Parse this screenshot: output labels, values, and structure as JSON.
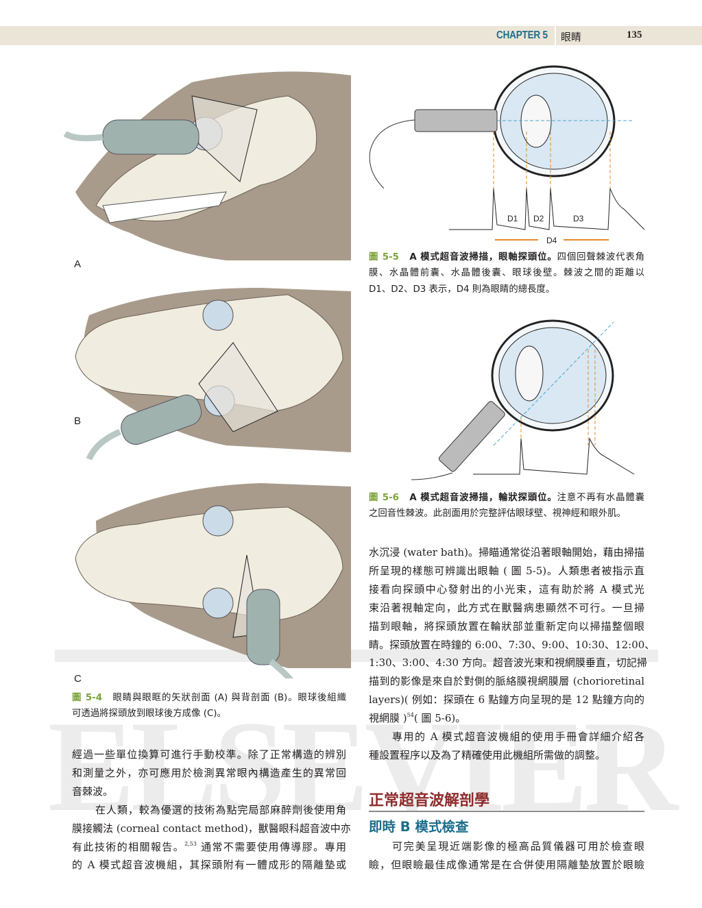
{
  "header": {
    "chapter": "CHAPTER 5",
    "title": "眼睛",
    "page": "135"
  },
  "watermark": "ELSEVIER",
  "fig54": {
    "labels": [
      "A",
      "B",
      "C"
    ],
    "num": "圖 5-4",
    "lines": [
      "眼睛與眼眶的矢狀剖面 (A) 與背剖面 (B)。眼球後組織",
      "可透過將探頭放到眼球後方成像 (C)。"
    ]
  },
  "fig55": {
    "num": "圖 5-5",
    "bold": "A 模式超音波掃描，眼軸探頭位。",
    "lines": [
      "四個回聲棘波代表角",
      "膜、水晶體前囊、水晶體後囊、眼球後壁。棘波之間的距離以",
      "D1、D2、D3 表示，D4 則為眼睛的總長度。"
    ],
    "diagram_labels": [
      "D1",
      "D2",
      "D3",
      "D4"
    ]
  },
  "fig56": {
    "num": "圖 5-6",
    "bold": "A 模式超音波掃描，輪狀探頭位。",
    "lines": [
      "注意不再有水晶體囊",
      "之回音性棘波。此剖面用於完整評估眼球壁、視神經和眼外肌。"
    ]
  },
  "left_text": {
    "p1": [
      "經過一些單位換算可進行手動校準。除了正常構造的辨別",
      "和測量之外，亦可應用於檢測異常眼內構造產生的異常回",
      "音棘波。"
    ],
    "p2": [
      "在人類，較為優選的技術為點完局部麻醉劑後使用角",
      "膜接觸法 (corneal contact method)，獸醫眼科超音波中亦"
    ],
    "p2_l3_pre": "有此技術的相關報告。",
    "p2_l3_sup": "2,53",
    "p2_l3_post": " 通常不需要使用傳導膠。專用",
    "p2_l4": "的 A 模式超音波機組，其探頭附有一體成形的隔離墊或"
  },
  "right_text": {
    "p1": [
      "水沉浸 (water bath)。掃瞄通常從沿著眼軸開始，藉由掃描",
      "所呈現的樣態可辨識出眼軸 ( 圖 5-5)。人類患者被指示直",
      "接看向探頭中心發射出的小光束，這有助於將 A 模式光",
      "束沿著視軸定向，此方式在獸醫病患顯然不可行。一旦掃",
      "描到眼軸，將探頭放置在輪狀部並重新定向以掃描整個眼",
      "睛。探頭放置在時鐘的 6:00、7:30、9:00、10:30、12:00、",
      "1:30、3:00、4:30 方向。超音波光束和視網膜垂直，切記掃",
      "描到的影像是來自於對側的脈絡膜視網膜層 (chorioretinal",
      "layers)( 例如：探頭在 6 點鐘方向呈現的是 12 點鐘方向的"
    ],
    "p1_last_pre": "視網膜 )",
    "p1_last_sup": "54",
    "p1_last_post": "( 圖 5-6)。",
    "p2": [
      "專用的 A 模式超音波機組的使用手冊會詳細介紹各",
      "種設置程序以及為了精確使用此機組所需做的調整。"
    ],
    "h1": "正常超音波解剖學",
    "h2": "即時 B 模式檢查",
    "p3": [
      "可完美呈現近端影像的極高品質儀器可用於檢查眼",
      "瞼，但眼瞼最佳成像通常是在合併使用隔離墊放置於眼瞼"
    ]
  },
  "colors": {
    "accent_teal": "#1f6d8c",
    "heading_red": "#8e2b2b",
    "figure_green": "#7aa33a",
    "tissue": "#a89a8a"
  }
}
